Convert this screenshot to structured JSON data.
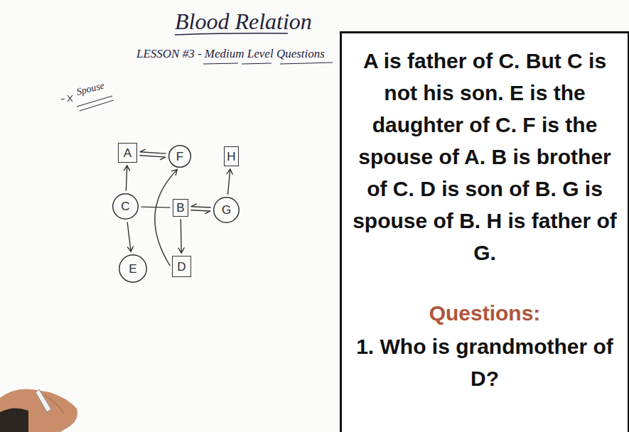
{
  "diagram": {
    "title": "Blood Relation",
    "nodes": [
      {
        "text": [
          "A"
        ]
      },
      {
        "text": [
          "F"
        ]
      },
      {
        "text": [
          "H"
        ]
      },
      {
        "text": [
          "C"
        ]
      },
      {
        "text": [
          "B"
        ]
      },
      {
        "text": [
          "G"
        ]
      },
      {
        "text": [
          "E"
        ]
      },
      {
        "text": [
          "D"
        ]
      },
      {
        "text": [
          "A is father of C. But C is not his son. E is the daughter of C. F is the spouse of A. B is brother of C. D is son of B. G is spouse of B. H is father of G.",
          "Questions:",
          "1. Who is grandmother of D?"
        ]
      }
    ],
    "edges": [
      {
        "from": 0,
        "to": 1,
        "arrow": "both"
      },
      {
        "from": 3,
        "to": 0,
        "arrow": "to"
      },
      {
        "from": 3,
        "to": 4,
        "arrow": "none"
      },
      {
        "from": 4,
        "to": 5,
        "arrow": "both"
      },
      {
        "from": 5,
        "to": 2,
        "arrow": "to"
      },
      {
        "from": 3,
        "to": 6,
        "arrow": "to"
      },
      {
        "from": 4,
        "to": 7,
        "arrow": "to"
      },
      {
        "from": 7,
        "to": 1,
        "arrow": "to"
      }
    ],
    "labels": [
      "LESSON #3 - Medium Level Questions",
      "Spouse"
    ]
  }
}
